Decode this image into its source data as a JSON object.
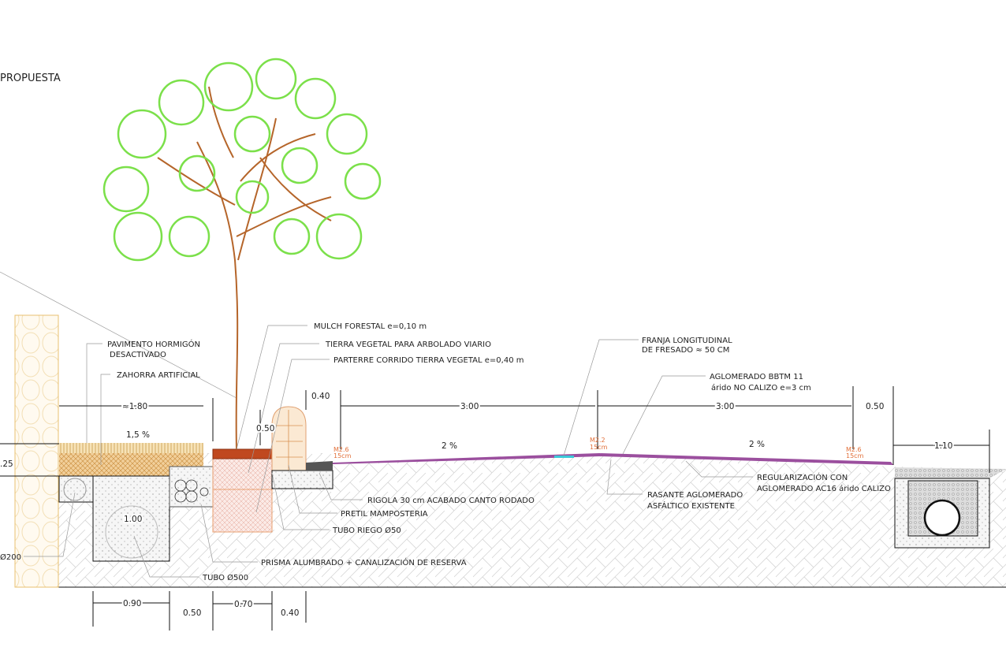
{
  "title": "PROPUESTA",
  "labels": {
    "mulch": "MULCH FORESTAL e=0,10 m",
    "tierra": "TIERRA VEGETAL PARA ARBOLADO VIARIO",
    "parterre": "PARTERRE CORRIDO TIERRA VEGETAL e=0,40 m",
    "pavimento_1": "PAVIMENTO HORMIGÓN",
    "pavimento_2": "DESACTIVADO",
    "zahorra": "ZAHORRA ARTIFICIAL",
    "franja_1": "FRANJA LONGITUDINAL",
    "franja_2": "DE FRESADO ≈ 50 CM",
    "bbtm_1": "AGLOMERADO BBTM 11",
    "bbtm_2": "árido NO CALIZO e=3 cm",
    "rigola": "RIGOLA 30 cm ACABADO CANTO RODADO",
    "pretil": "PRETIL MAMPOSTERIA",
    "tubo_riego": "TUBO RIEGO Ø50",
    "prisma": "PRISMA ALUMBRADO + CANALIZACIÓN DE RESERVA",
    "tubo_500": "TUBO Ø500",
    "tubo_200": "Ø200",
    "rasante_1": "RASANTE AGLOMERADO",
    "rasante_2": "ASFÁLTICO EXISTENTE",
    "regul_1": "REGULARIZACIÓN CON",
    "regul_2": "AGLOMERADO AC16 árido CALIZO"
  },
  "dimensions": {
    "d180": "≈1.80",
    "d040_top": "0.40",
    "d300_a": "3.00",
    "d300_b": "3.00",
    "d050_right": "0.50",
    "d050_planter": "0.50",
    "slope_walk": "1,5 %",
    "slope_a": "2 %",
    "slope_b": "2 %",
    "d110": "1.10",
    "d025": ".25",
    "d100": "1.00",
    "b090": "0.90",
    "b050": "0.50",
    "b070": "0.70",
    "b040": "0.40"
  },
  "marks": [
    {
      "code": "M2.6",
      "depth": "15cm"
    },
    {
      "code": "M2.2",
      "depth": "15cm"
    },
    {
      "code": "M2.6",
      "depth": "15cm"
    }
  ],
  "colors": {
    "road": "#9b4f9e",
    "foliage": "#7be04a",
    "trunk": "#b5652a",
    "mark": "#e2703a"
  }
}
